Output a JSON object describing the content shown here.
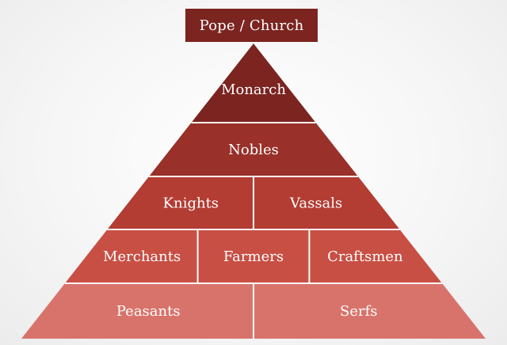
{
  "top": {
    "label": "Pope / Church",
    "color": "#7b2420"
  },
  "tiers": [
    {
      "color": "#7b2420",
      "cells": [
        "Monarch"
      ]
    },
    {
      "color": "#99302a",
      "cells": [
        "Nobles"
      ]
    },
    {
      "color": "#b33c33",
      "cells": [
        "Knights",
        "Vassals"
      ]
    },
    {
      "color": "#c84f44",
      "cells": [
        "Merchants",
        "Farmers",
        "Craftsmen"
      ]
    },
    {
      "color": "#d8736b",
      "cells": [
        "Peasants",
        "Serfs"
      ]
    }
  ],
  "text_color": "#ffffff"
}
